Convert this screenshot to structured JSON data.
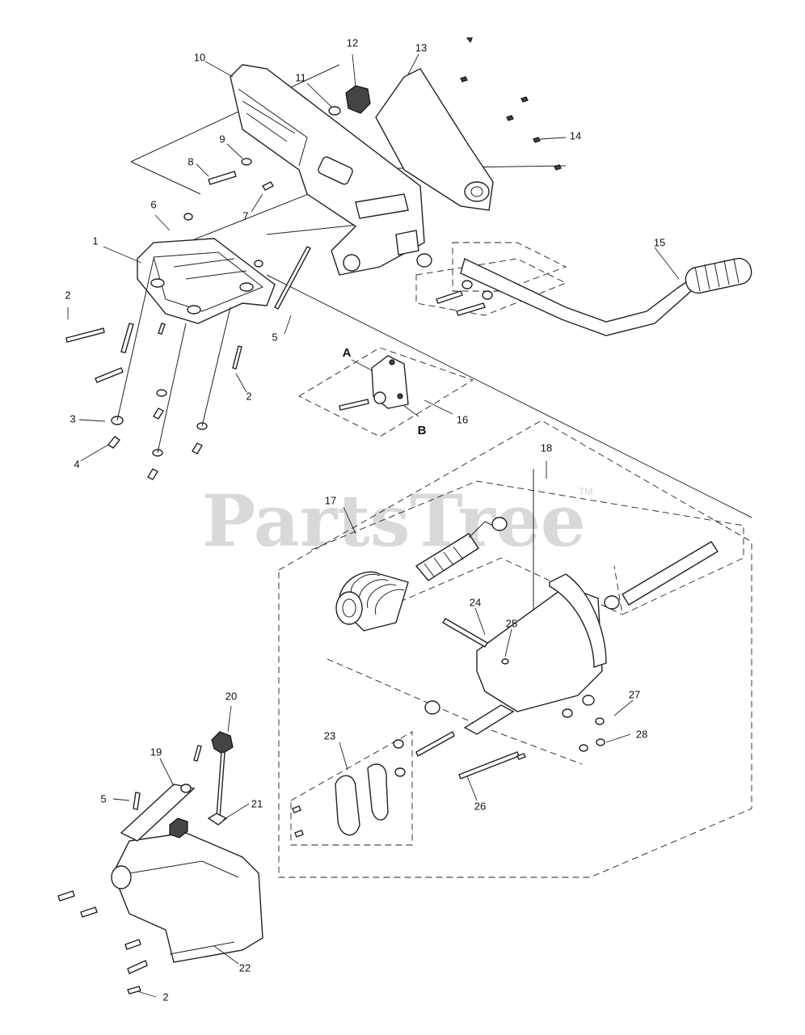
{
  "watermark": {
    "text": "PartsTree",
    "trademark": "TM"
  },
  "callouts": {
    "c1": "1",
    "c2": "2",
    "c3": "3",
    "c4": "4",
    "c5": "5",
    "c6": "6",
    "c7": "7",
    "c8": "8",
    "c9": "9",
    "c10": "10",
    "c11": "11",
    "c12": "12",
    "c13": "13",
    "c14": "14",
    "c15": "15",
    "c16": "16",
    "c17": "17",
    "c18": "18",
    "c19": "19",
    "c20": "20",
    "c21": "21",
    "c22": "22",
    "c23": "23",
    "c24": "24",
    "c25": "25",
    "c26": "26",
    "c27": "27",
    "c28": "28"
  },
  "letters": {
    "a": "A",
    "b": "B"
  }
}
